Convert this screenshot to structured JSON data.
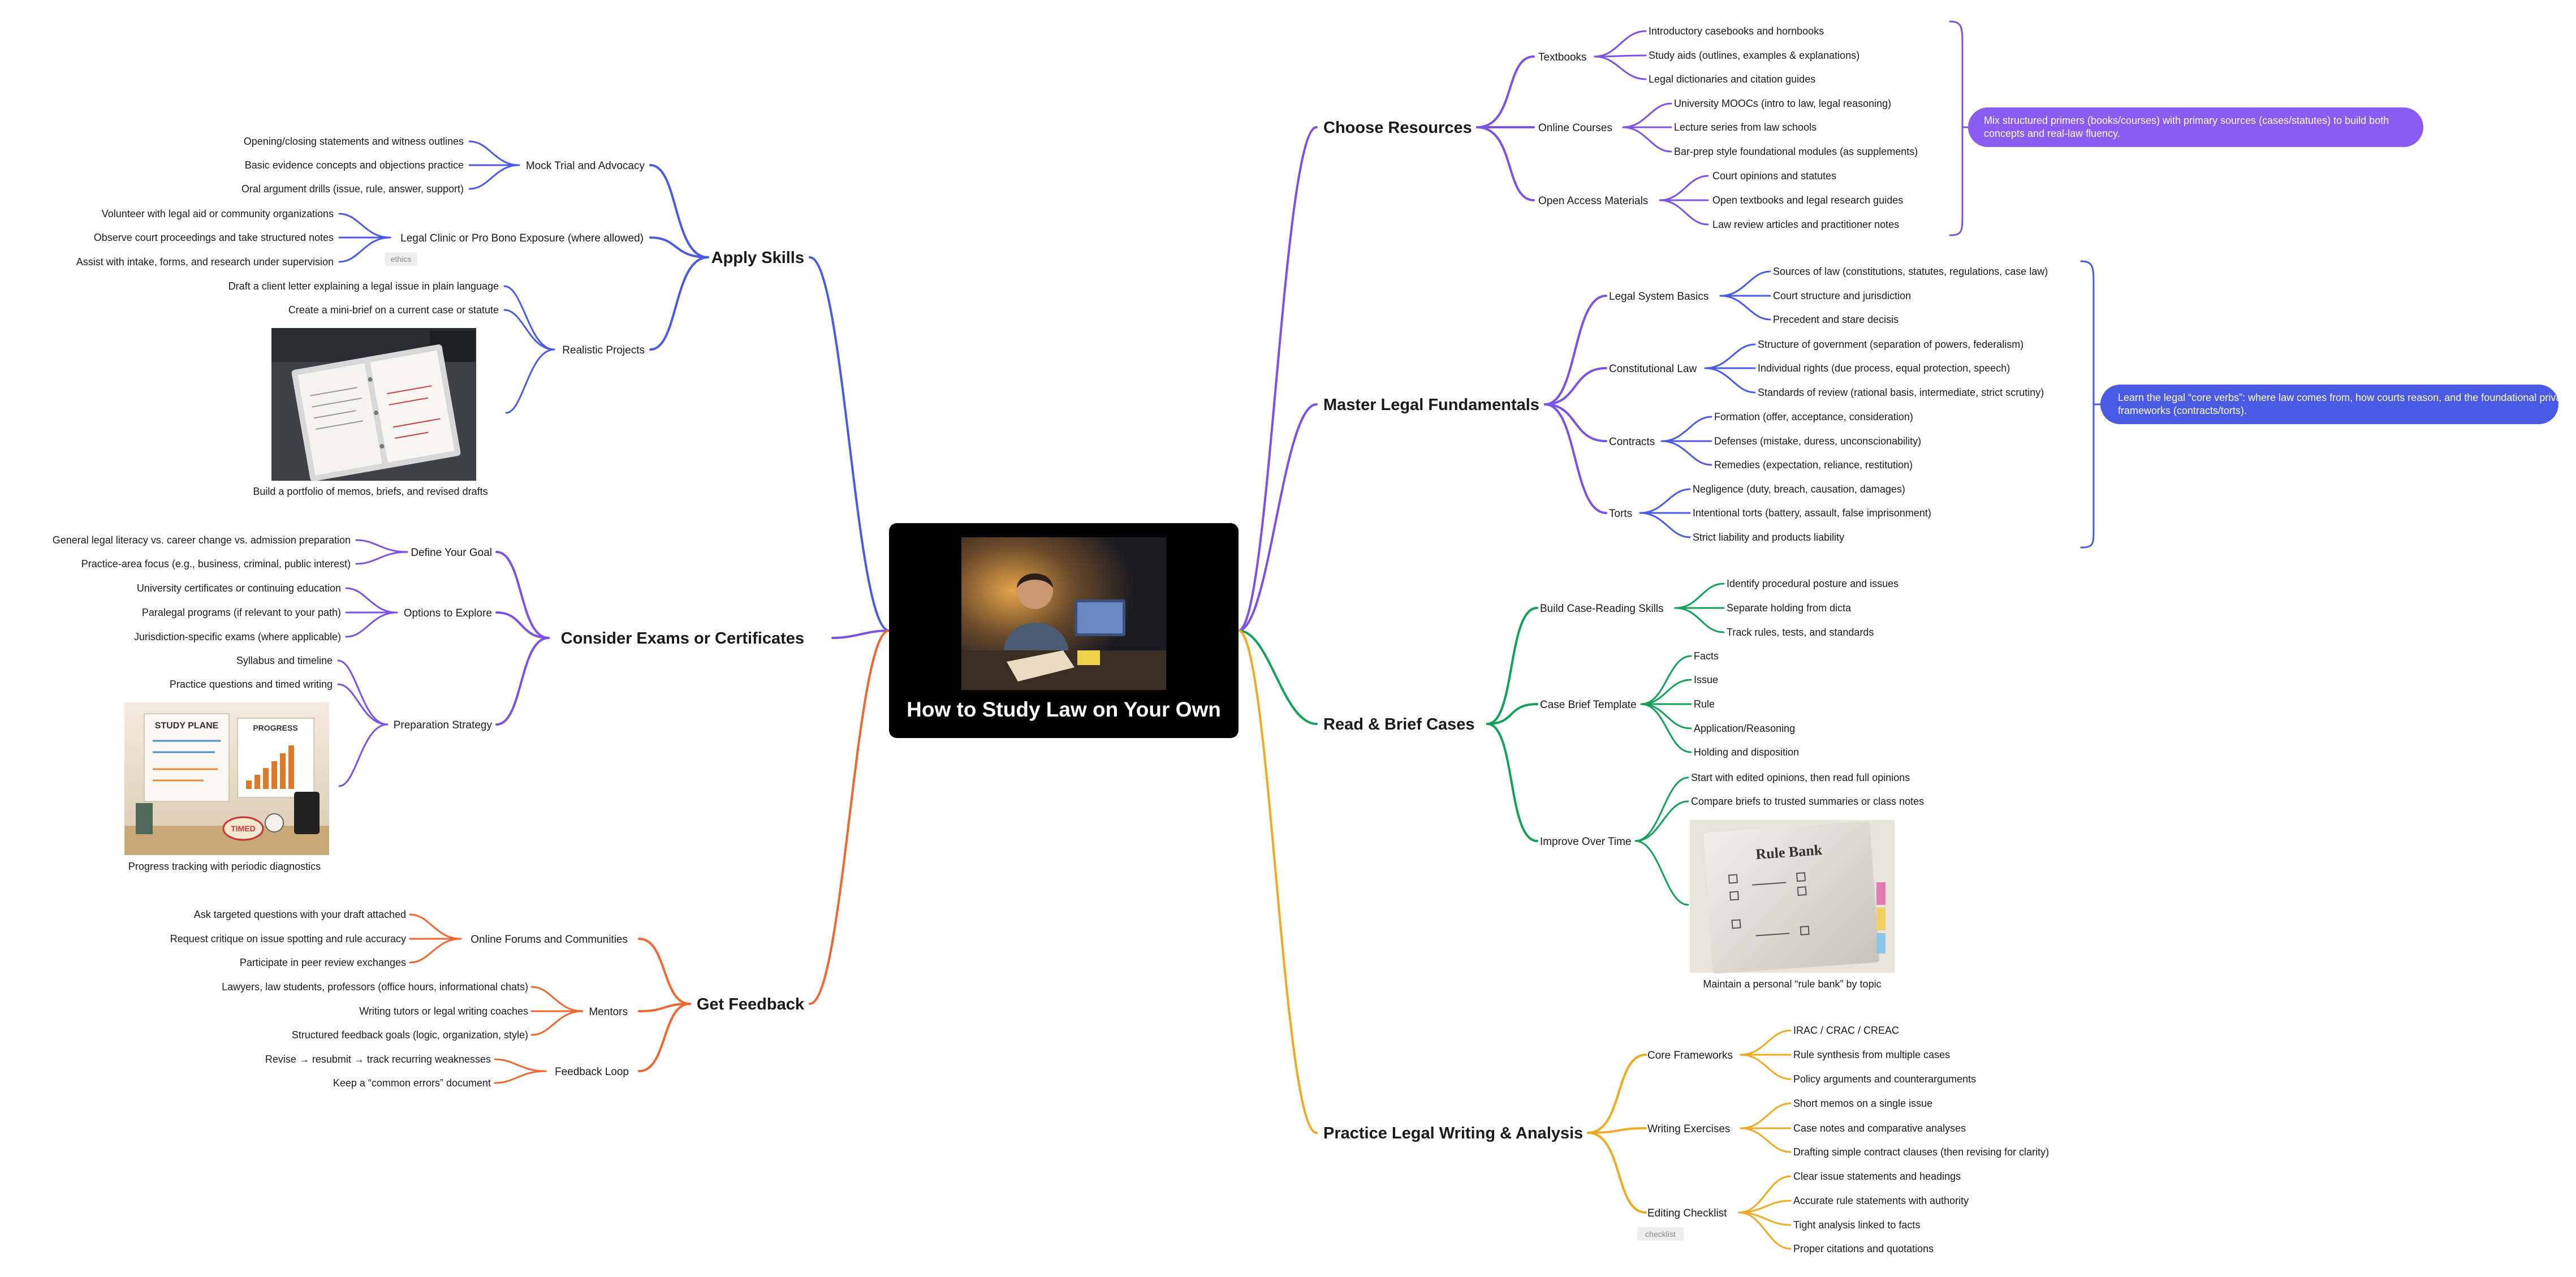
{
  "central_topic": "How to Study Law on Your Own",
  "colors": {
    "purple": "#7b52e6",
    "blue": "#4a5ae3",
    "green": "#12a05a",
    "yellow": "#eeaa22",
    "orange": "#ee6630",
    "summary_purple": "#8a5cf0",
    "summary_blue": "#4a5ae3"
  },
  "illustrations": {
    "center": "student-studying-law-at-night-image",
    "portfolio": "portfolio-binder-image",
    "study_plan": "study-plan-progress-board-image",
    "rule_bank": "rule-bank-notebook-image"
  },
  "branches": {
    "choose_resources": {
      "label": "Choose Resources",
      "summary": "Mix structured primers (books/courses) with primary sources (cases/statutes) to build both concepts and real-law fluency.",
      "subs": [
        {
          "label": "Textbooks",
          "leaves": [
            "Introductory casebooks and hornbooks",
            "Study aids (outlines, examples & explanations)",
            "Legal dictionaries and citation guides"
          ]
        },
        {
          "label": "Online Courses",
          "leaves": [
            "University MOOCs (intro to law, legal reasoning)",
            "Lecture series from law schools",
            "Bar-prep style foundational modules (as supplements)"
          ]
        },
        {
          "label": "Open Access Materials",
          "leaves": [
            "Court opinions and statutes",
            "Open textbooks and legal research guides",
            "Law review articles and practitioner notes"
          ]
        }
      ]
    },
    "master_fundamentals": {
      "label": "Master Legal Fundamentals",
      "summary": "Learn the legal “core verbs”: where law comes from, how courts reason, and the foundational private-law frameworks (contracts/torts).",
      "subs": [
        {
          "label": "Legal System Basics",
          "leaves": [
            "Sources of law (constitutions, statutes, regulations, case law)",
            "Court structure and jurisdiction",
            "Precedent and stare decisis"
          ]
        },
        {
          "label": "Constitutional Law",
          "leaves": [
            "Structure of government (separation of powers, federalism)",
            "Individual rights (due process, equal protection, speech)",
            "Standards of review (rational basis, intermediate, strict scrutiny)"
          ]
        },
        {
          "label": "Contracts",
          "leaves": [
            "Formation (offer, acceptance, consideration)",
            "Defenses (mistake, duress, unconscionability)",
            "Remedies (expectation, reliance, restitution)"
          ]
        },
        {
          "label": "Torts",
          "leaves": [
            "Negligence (duty, breach, causation, damages)",
            "Intentional torts (battery, assault, false imprisonment)",
            "Strict liability and products liability"
          ]
        }
      ]
    },
    "read_brief": {
      "label": "Read & Brief Cases",
      "subs": [
        {
          "label": "Build Case-Reading Skills",
          "leaves": [
            "Identify procedural posture and issues",
            "Separate holding from dicta",
            "Track rules, tests, and standards"
          ]
        },
        {
          "label": "Case Brief Template",
          "leaves": [
            "Facts",
            "Issue",
            "Rule",
            "Application/Reasoning",
            "Holding and disposition"
          ]
        },
        {
          "label": "Improve Over Time",
          "leaves": [
            "Start with edited opinions, then read full opinions",
            "Compare briefs to trusted summaries or class notes"
          ],
          "image_caption": "Maintain a personal “rule bank” by topic"
        }
      ]
    },
    "practice_writing": {
      "label": "Practice Legal Writing & Analysis",
      "subs": [
        {
          "label": "Core Frameworks",
          "leaves": [
            "IRAC / CRAC / CREAC",
            "Rule synthesis from multiple cases",
            "Policy arguments and counterarguments"
          ]
        },
        {
          "label": "Writing Exercises",
          "leaves": [
            "Short memos on a single issue",
            "Case notes and comparative analyses",
            "Drafting simple contract clauses (then revising for clarity)"
          ]
        },
        {
          "label": "Editing Checklist",
          "tag": "checklist",
          "leaves": [
            "Clear issue statements and headings",
            "Accurate rule statements with authority",
            "Tight analysis linked to facts",
            "Proper citations and quotations"
          ]
        }
      ]
    },
    "apply_skills": {
      "label": "Apply Skills",
      "subs": [
        {
          "label": "Mock Trial and Advocacy",
          "leaves": [
            "Opening/closing statements and witness outlines",
            "Basic evidence concepts and objections practice",
            "Oral argument drills (issue, rule, answer, support)"
          ]
        },
        {
          "label": "Legal Clinic or Pro Bono Exposure (where allowed)",
          "tag": "ethics",
          "leaves": [
            "Volunteer with legal aid or community organizations",
            "Observe court proceedings and take structured notes",
            "Assist with intake, forms, and research under supervision"
          ]
        },
        {
          "label": "Realistic Projects",
          "leaves": [
            "Draft a client letter explaining a legal issue in plain language",
            "Create a mini-brief on a current case or statute"
          ],
          "image_caption": "Build a portfolio of memos, briefs, and revised drafts"
        }
      ]
    },
    "consider_exams": {
      "label": "Consider Exams or Certificates",
      "subs": [
        {
          "label": "Define Your Goal",
          "leaves": [
            "General legal literacy vs. career change vs. admission preparation",
            "Practice-area focus (e.g., business, criminal, public interest)"
          ]
        },
        {
          "label": "Options to Explore",
          "leaves": [
            "University certificates or continuing education",
            "Paralegal programs (if relevant to your path)",
            "Jurisdiction-specific exams (where applicable)"
          ]
        },
        {
          "label": "Preparation Strategy",
          "leaves": [
            "Syllabus and timeline",
            "Practice questions and timed writing"
          ],
          "image_caption": "Progress tracking with periodic diagnostics"
        }
      ]
    },
    "get_feedback": {
      "label": "Get Feedback",
      "subs": [
        {
          "label": "Online Forums and Communities",
          "leaves": [
            "Ask targeted questions with your draft attached",
            "Request critique on issue spotting and rule accuracy",
            "Participate in peer review exchanges"
          ]
        },
        {
          "label": "Mentors",
          "leaves": [
            "Lawyers, law students, professors (office hours, informational chats)",
            "Writing tutors or legal writing coaches",
            "Structured feedback goals (logic, organization, style)"
          ]
        },
        {
          "label": "Feedback Loop",
          "leaves": [
            "Revise → resubmit → track recurring weaknesses",
            "Keep a “common errors” document"
          ]
        }
      ]
    }
  }
}
